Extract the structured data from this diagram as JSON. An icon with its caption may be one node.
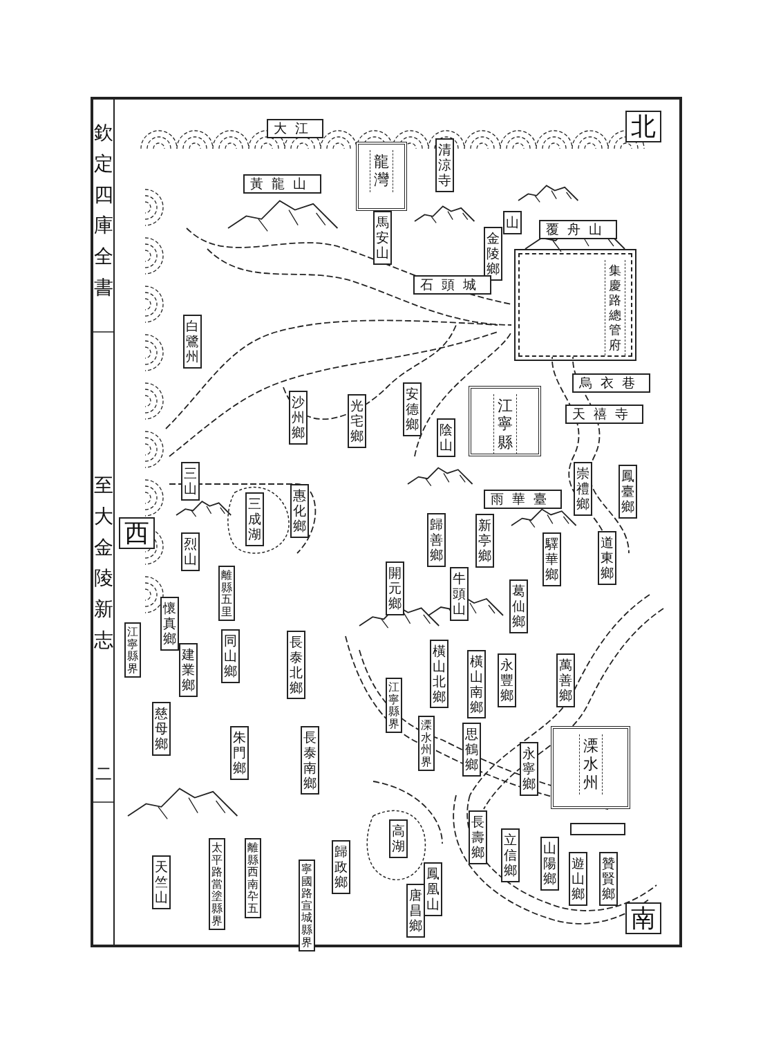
{
  "diagram": {
    "nodes": [
      {
        "text": [
          "北"
        ]
      },
      {
        "text": [
          "大江"
        ]
      },
      {
        "text": [
          "龍灣"
        ]
      },
      {
        "text": [
          "馬安山"
        ]
      },
      {
        "text": [
          "清涼寺"
        ]
      },
      {
        "text": [
          "山"
        ]
      },
      {
        "text": [
          "黃龍山"
        ]
      },
      {
        "text": [
          "覆舟山"
        ]
      },
      {
        "text": [
          "金陵鄉"
        ]
      },
      {
        "text": [
          "石頭城"
        ]
      },
      {
        "text": [
          "集慶路總管府"
        ]
      },
      {
        "text": [
          "白鷺州"
        ]
      },
      {
        "text": [
          "沙州鄉"
        ]
      },
      {
        "text": [
          "光宅鄉"
        ]
      },
      {
        "text": [
          "安德鄉"
        ]
      },
      {
        "text": [
          "江寧縣"
        ]
      },
      {
        "text": [
          "陰山"
        ]
      },
      {
        "text": [
          "烏衣巷"
        ]
      },
      {
        "text": [
          "天禧寺"
        ]
      },
      {
        "text": [
          "鳳臺鄉"
        ]
      },
      {
        "text": [
          "崇禮鄉"
        ]
      },
      {
        "text": [
          "雨華臺"
        ]
      },
      {
        "text": [
          "三山"
        ]
      },
      {
        "text": [
          "三成湖"
        ]
      },
      {
        "text": [
          "惠化鄉"
        ]
      },
      {
        "text": [
          "西"
        ]
      },
      {
        "text": [
          "歸善鄉"
        ]
      },
      {
        "text": [
          "新亭鄉"
        ]
      },
      {
        "text": [
          "驛華鄉"
        ]
      },
      {
        "text": [
          "道東鄉"
        ]
      },
      {
        "text": [
          "烈山"
        ]
      },
      {
        "text": [
          "離縣五里"
        ]
      },
      {
        "text": [
          "開元鄉"
        ]
      },
      {
        "text": [
          "牛頭山"
        ]
      },
      {
        "text": [
          "葛仙鄉"
        ]
      },
      {
        "text": [
          "懷真鄉"
        ]
      },
      {
        "text": [
          "江寧縣界"
        ]
      },
      {
        "text": [
          "建業鄉"
        ]
      },
      {
        "text": [
          "同山鄉"
        ]
      },
      {
        "text": [
          "長泰北鄉"
        ]
      },
      {
        "text": [
          "橫山北鄉"
        ]
      },
      {
        "text": [
          "橫山南鄉"
        ]
      },
      {
        "text": [
          "永豐鄉"
        ]
      },
      {
        "text": [
          "萬善鄉"
        ]
      },
      {
        "text": [
          "江寧縣界"
        ]
      },
      {
        "text": [
          "溧水州界"
        ]
      },
      {
        "text": [
          "思鶴鄉"
        ]
      },
      {
        "text": [
          "慈母鄉"
        ]
      },
      {
        "text": [
          "朱門鄉"
        ]
      },
      {
        "text": [
          "長泰南鄉"
        ]
      },
      {
        "text": [
          "永寧鄉"
        ]
      },
      {
        "text": [
          "溧水州"
        ]
      },
      {
        "text": [],
        "shape": "box"
      },
      {
        "text": [
          "高湖"
        ]
      },
      {
        "text": [
          "長壽鄉"
        ]
      },
      {
        "text": [
          "立信鄉"
        ]
      },
      {
        "text": [
          "山陽鄉"
        ]
      },
      {
        "text": [
          "遊山鄉"
        ]
      },
      {
        "text": [
          "贊賢鄉"
        ]
      },
      {
        "text": [
          "天竺山"
        ]
      },
      {
        "text": [
          "太平路當塗縣界"
        ]
      },
      {
        "text": [
          "離縣西南卆五"
        ]
      },
      {
        "text": [
          "寧國路宣城縣界"
        ]
      },
      {
        "text": [
          "歸政鄉"
        ]
      },
      {
        "text": [
          "鳳凰山"
        ]
      },
      {
        "text": [
          "唐昌鄉"
        ]
      },
      {
        "text": [
          "南"
        ]
      }
    ],
    "labels": [
      "欽定四庫全書",
      "至大金陵新志",
      "二"
    ]
  }
}
